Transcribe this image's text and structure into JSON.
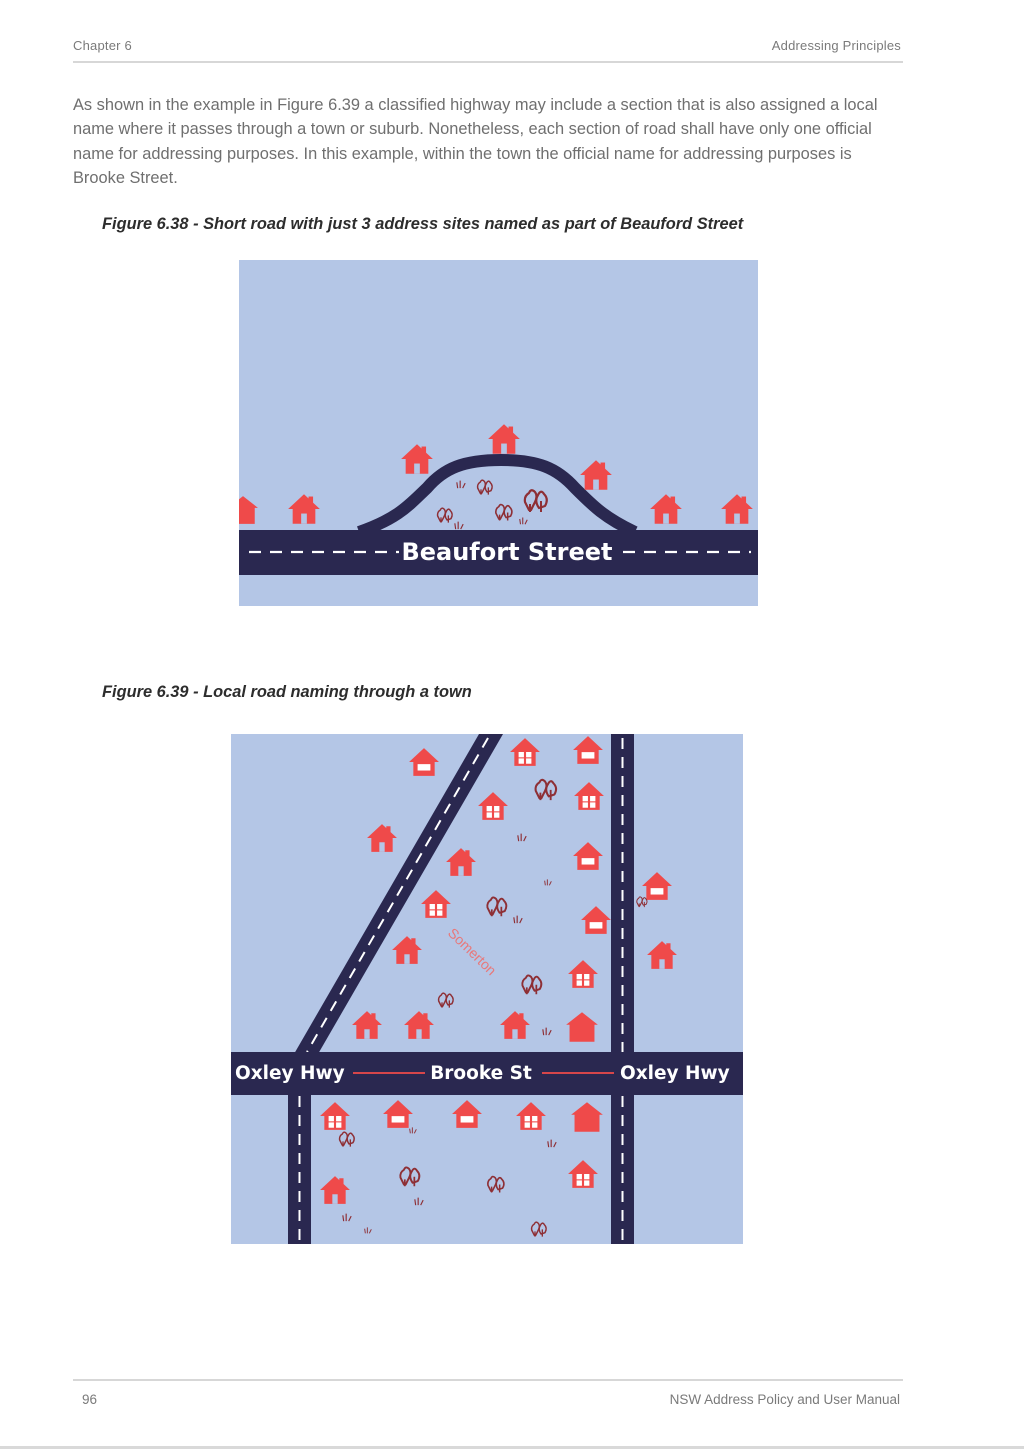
{
  "header": {
    "left": "Chapter 6",
    "right": "Addressing Principles"
  },
  "body_paragraph": "As shown in the example in Figure 6.39 a classified highway may include a section that is also assigned a local name where it passes through a town or suburb. Nonetheless, each section of road shall have only one official name for addressing purposes. In this example, within the town the official name for addressing purposes is Brooke Street.",
  "figure1": {
    "caption": "Figure 6.38 - Short road with just 3 address sites named as part of Beauford Street",
    "road_label": "Beaufort Street"
  },
  "figure2": {
    "caption": "Figure 6.39 - Local road naming through a town",
    "label_left": "Oxley Hwy",
    "label_center": "Brooke St",
    "label_right": "Oxley Hwy",
    "town_label": "Somerton"
  },
  "footer": {
    "page_number": "96",
    "manual_title": "NSW Address Policy and User Manual"
  },
  "colors": {
    "map_background": "#b4c6e6",
    "road": "#2a2850",
    "house": "#ef4a4a",
    "tree": "#8e2f35",
    "town_label": "#e8787a"
  },
  "icons": [
    "house-icon",
    "tree-icon",
    "grass-icon"
  ]
}
